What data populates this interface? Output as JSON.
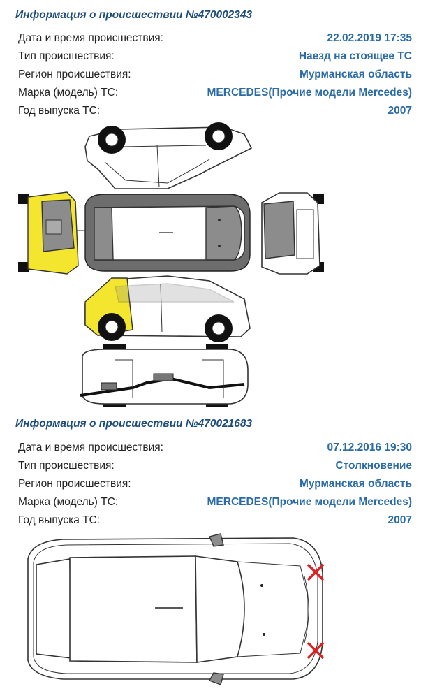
{
  "accidents": [
    {
      "title": "Информация о происшествии №470002343",
      "fields": [
        {
          "label": "Дата и время происшествия:",
          "value": "22.02.2019 17:35"
        },
        {
          "label": "Тип происшествия:",
          "value": "Наезд на стоящее ТС"
        },
        {
          "label": "Регион происшествия:",
          "value": "Мурманская область"
        },
        {
          "label": "Марка (модель) ТС:",
          "value": "MERCEDES(Прочие модели Mercedes)"
        },
        {
          "label": "Год выпуска ТС:",
          "value": "2007"
        }
      ],
      "damage_zones": [
        "rear",
        "rear-right-side"
      ],
      "damage_color": "#f4e62e"
    },
    {
      "title": "Информация о происшествии №470021683",
      "fields": [
        {
          "label": "Дата и время происшествия:",
          "value": "07.12.2016 19:30"
        },
        {
          "label": "Тип происшествия:",
          "value": "Столкновение"
        },
        {
          "label": "Регион происшествия:",
          "value": "Мурманская область"
        },
        {
          "label": "Марка (модель) ТС:",
          "value": "MERCEDES(Прочие модели Mercedes)"
        },
        {
          "label": "Год выпуска ТС:",
          "value": "2007"
        }
      ],
      "damage_marks": [
        "front-left",
        "front-right"
      ],
      "damage_mark_color": "#e02020"
    }
  ],
  "colors": {
    "title": "#1f4d7a",
    "value": "#2b6ca6",
    "label": "#222222"
  }
}
